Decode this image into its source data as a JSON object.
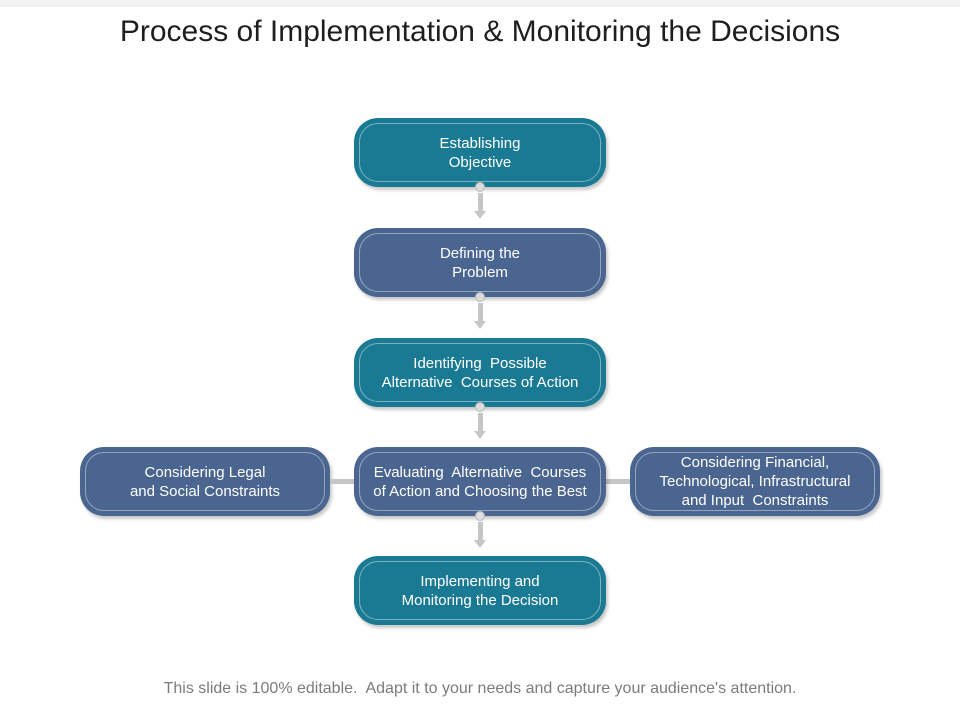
{
  "slide": {
    "title": "Process of Implementation & Monitoring the Decisions",
    "footer": "This slide is 100% editable.  Adapt it to your needs and capture your audience's attention."
  },
  "colors": {
    "accent_teal": "#1b7a93",
    "accent_blue": "#4a6590",
    "connector_gray": "#c6c6c6",
    "top_strip": "#f2f2f2",
    "title_color": "#1e1e1e",
    "footer_color": "#7b7b7b"
  },
  "boxes": [
    {
      "id": "establishing-objective",
      "color": "teal",
      "lines": [
        "Establishing",
        "Objective"
      ]
    },
    {
      "id": "defining-the-problem",
      "color": "blue",
      "lines": [
        "Defining the",
        "Problem"
      ]
    },
    {
      "id": "identifying-possible-alternatives",
      "color": "teal",
      "lines": [
        "Identifying  Possible",
        "Alternative  Courses of Action"
      ]
    },
    {
      "id": "considering-legal-social-constraints",
      "color": "blue",
      "lines": [
        "Considering Legal",
        "and Social Constraints"
      ]
    },
    {
      "id": "evaluating-alternative-courses",
      "color": "blue",
      "lines": [
        "Evaluating  Alternative  Courses",
        "of Action and Choosing the Best"
      ]
    },
    {
      "id": "considering-financial-constraints",
      "color": "blue",
      "lines": [
        "Considering Financial,",
        "Technological, Infrastructural",
        "and Input  Constraints"
      ]
    },
    {
      "id": "implementing-and-monitoring",
      "color": "teal",
      "lines": [
        "Implementing and",
        "Monitoring the Decision"
      ]
    }
  ],
  "connections": [
    {
      "from": "establishing-objective",
      "to": "defining-the-problem",
      "type": "arrow-down"
    },
    {
      "from": "defining-the-problem",
      "to": "identifying-possible-alternatives",
      "type": "arrow-down"
    },
    {
      "from": "identifying-possible-alternatives",
      "to": "evaluating-alternative-courses",
      "type": "arrow-down"
    },
    {
      "from": "evaluating-alternative-courses",
      "to": "implementing-and-monitoring",
      "type": "arrow-down"
    },
    {
      "from": "considering-legal-social-constraints",
      "to": "evaluating-alternative-courses",
      "type": "line"
    },
    {
      "from": "considering-financial-constraints",
      "to": "evaluating-alternative-courses",
      "type": "line"
    }
  ]
}
